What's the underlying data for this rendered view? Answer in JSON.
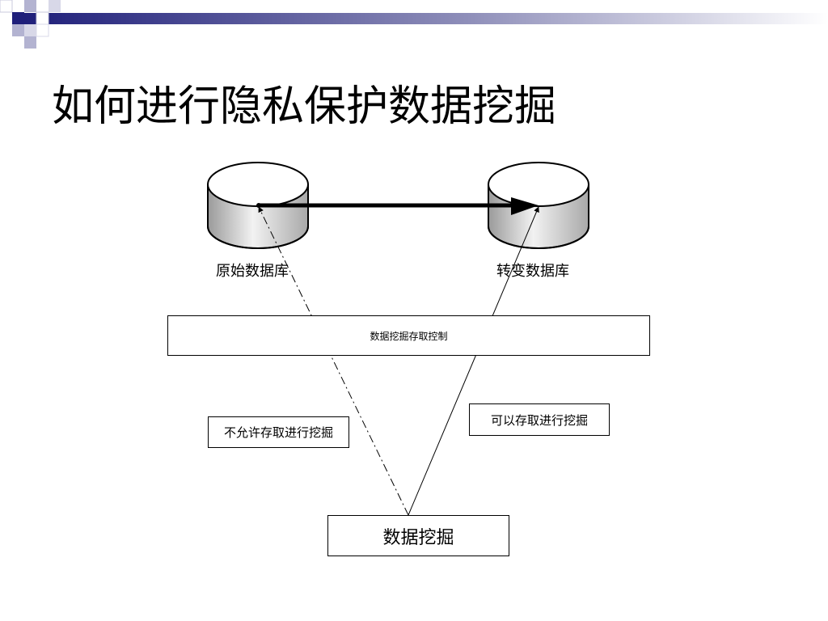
{
  "slide": {
    "title": "如何进行隐私保护数据挖掘"
  },
  "diagram": {
    "source_db_label": "原始数据库",
    "transformed_db_label": "转变数据库",
    "access_control_label": "数据挖掘存取控制",
    "deny_label": "不允许存取进行挖掘",
    "allow_label": "可以存取进行挖掘",
    "mining_label": "数据挖掘"
  },
  "colors": {
    "decor_navy": "#1f1f7a",
    "cylinder_top": "#ffffff",
    "cylinder_side_dark": "#9a9a9a",
    "cylinder_side_light": "#f2f2f2",
    "stroke": "#000000"
  }
}
